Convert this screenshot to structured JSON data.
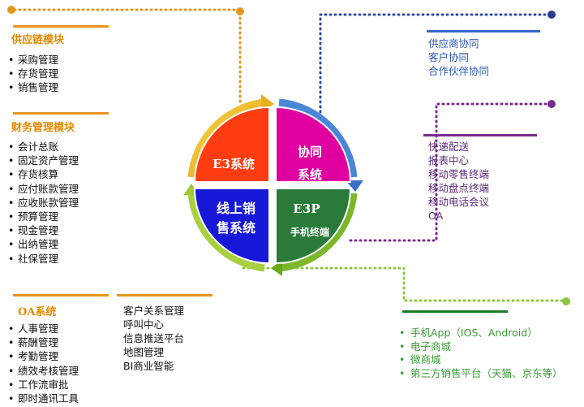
{
  "colors": {
    "orange": "#e8951c",
    "blue_accent": "#3366cc",
    "purple_accent": "#7b2a8c",
    "green_accent": "#1e7a22",
    "green_dotted": "#8cc63f",
    "quad_e3": "#ff3d10",
    "quad_cooperate": "#e000a0",
    "quad_e3p": "#2a7a3a",
    "quad_online": "#1818d8"
  },
  "center": {
    "e3": "E3系统",
    "cooperate_line1": "协同",
    "cooperate_line2": "系统",
    "online_line1": "线上销",
    "online_line2": "售系统",
    "e3p_line1": "E3P",
    "e3p_line2": "手机终端"
  },
  "supply_chain": {
    "title": "供应链模块",
    "items": [
      "采购管理",
      "存货管理",
      "销售管理"
    ]
  },
  "finance": {
    "title": "财务管理模块",
    "items": [
      "会计总账",
      "固定资产管理",
      "存货核算",
      "应付账款管理",
      "应收账款管理",
      "预算管理",
      "现金管理",
      "出纳管理",
      "社保管理"
    ]
  },
  "oa": {
    "title": "OA系统",
    "items": [
      "人事管理",
      "薪酬管理",
      "考勤管理",
      "绩效考核管理",
      "工作流审批",
      "即时通讯工具"
    ]
  },
  "crm": {
    "items": [
      "客户关系管理",
      "呼叫中心",
      "信息推送平台",
      "地图管理",
      "BI商业智能"
    ]
  },
  "collaboration": {
    "items": [
      "供应商协同",
      "客户协同",
      "合作伙伴协同"
    ]
  },
  "mobile": {
    "items": [
      "快递配送",
      "报表中心",
      "移动零售终端",
      "移动盘点终端",
      "移动电话会议",
      "OA"
    ]
  },
  "online_sales": {
    "items": [
      "手机App（IOS、Android）",
      "电子商城",
      "微商城",
      "第三方销售平台（天猫、京东等）"
    ]
  }
}
